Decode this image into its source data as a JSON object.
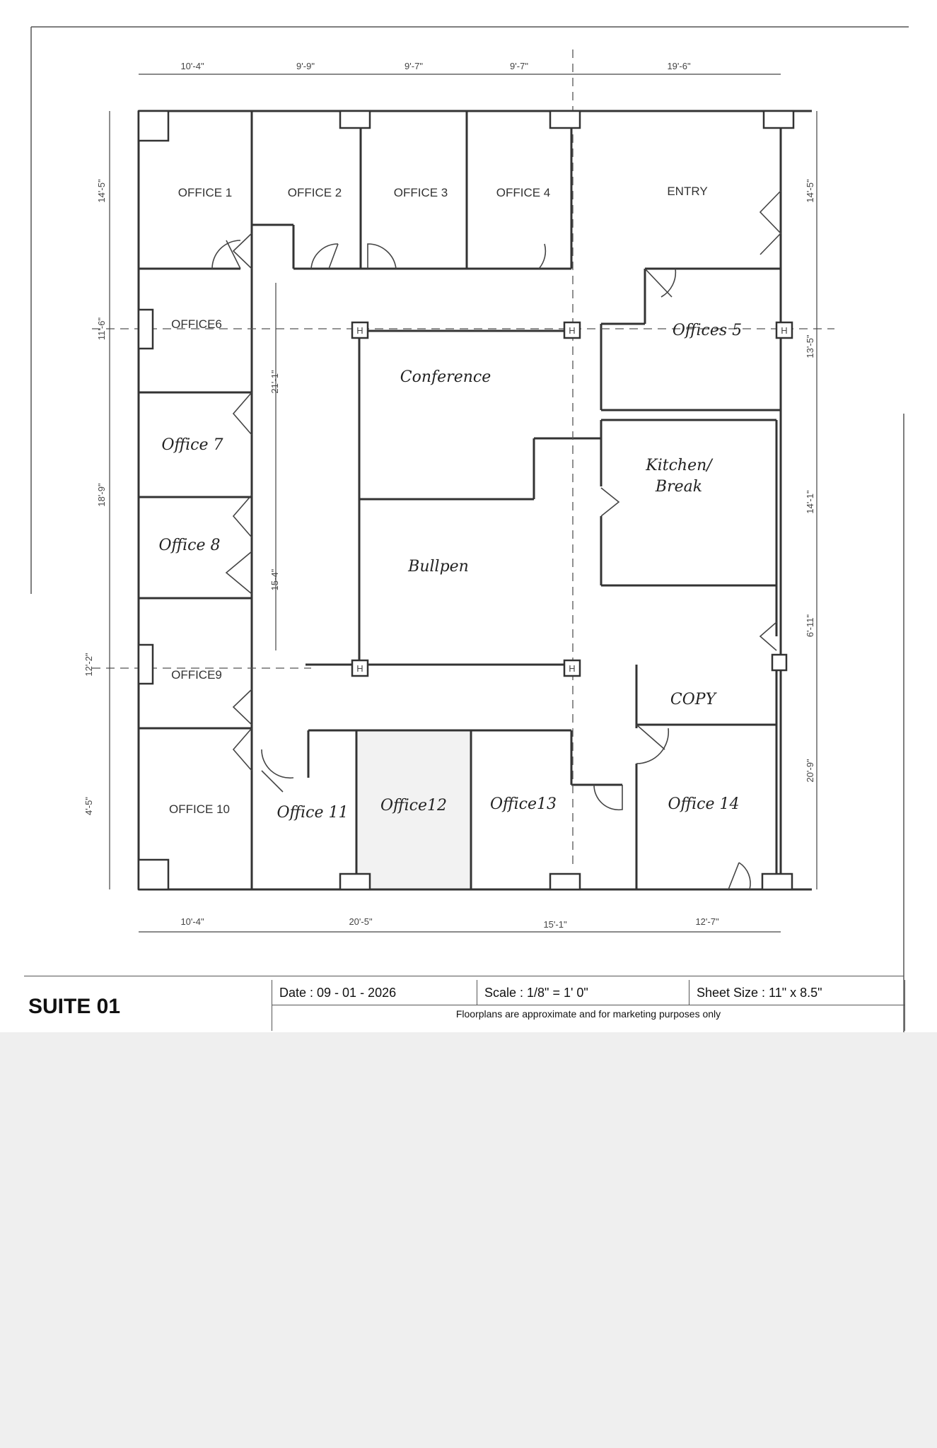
{
  "rooms": {
    "office1": "OFFICE 1",
    "office2": "OFFICE 2",
    "office3": "OFFICE 3",
    "office4": "OFFICE 4",
    "entry": "ENTRY",
    "office5": "Offices 5",
    "office6": "OFFICE6",
    "conference": "Conference",
    "office7": "Office 7",
    "kitchen_line1": "Kitchen/",
    "kitchen_line2": "Break",
    "office8": "Office 8",
    "bullpen": "Bullpen",
    "office9": "OFFICE9",
    "copy": "COPY",
    "office10": "OFFICE 10",
    "office11": "Office 11",
    "office12": "Office12",
    "office13": "Office13",
    "office14": "Office 14"
  },
  "dimensions": {
    "top": [
      "10'-4\"",
      "9'-9\"",
      "9'-7\"",
      "9'-7\"",
      "19'-6\""
    ],
    "left": [
      "14'-5\"",
      "11'-6\"",
      "18'-9\"",
      "12'-2\"",
      "4'-5\""
    ],
    "right": [
      "14'-5\"",
      "13'-5\"",
      "14'-1\"",
      "6'-11\"",
      "20'-9\""
    ],
    "bottom": [
      "10'-4\"",
      "20'-5\"",
      "15'-1\"",
      "12'-7\""
    ],
    "corridor_upper": "21'-1\"",
    "corridor_lower": "15-4\""
  },
  "column_marker": "H",
  "title_block": {
    "suite": "SUITE 01",
    "date": "Date :  09 - 01 - 2026",
    "scale": "Scale : 1/8\" = 1' 0\"",
    "sheet_size": "Sheet Size : 11\" x 8.5\"",
    "note": "Floorplans are approximate and for marketing purposes only"
  }
}
